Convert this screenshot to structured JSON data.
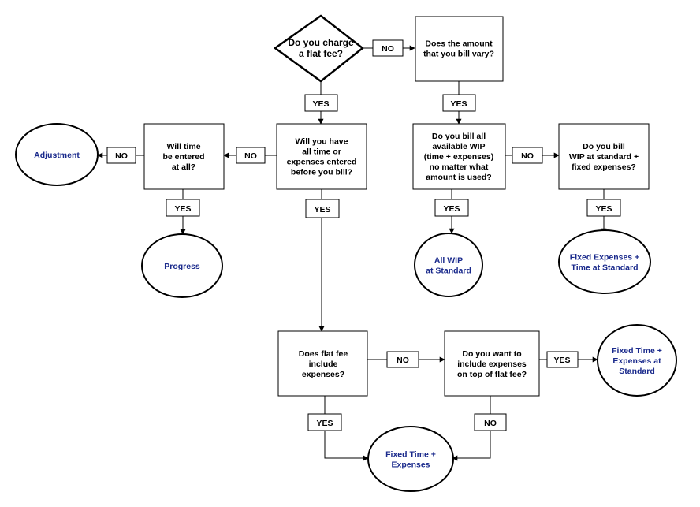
{
  "nodes": {
    "flat_fee": [
      "Do you charge",
      "a flat fee?"
    ],
    "amount_vary": [
      "Does the amount",
      "that you bill vary?"
    ],
    "time_expenses_entered": [
      "Will you have",
      "all time or",
      "expenses entered",
      "before you bill?"
    ],
    "time_entered": [
      "Will time",
      "be entered",
      "at all?"
    ],
    "bill_all_wip": [
      "Do you bill all",
      "available WIP",
      "(time + expenses)",
      "no matter what",
      "amount is used?"
    ],
    "wip_standard": [
      "Do you bill",
      "WIP at standard +",
      "fixed expenses?"
    ],
    "flat_fee_expenses": [
      "Does flat fee",
      "include",
      "expenses?"
    ],
    "include_expenses": [
      "Do you want to",
      "include expenses",
      "on top of flat fee?"
    ]
  },
  "outcomes": {
    "adjustment": [
      "Adjustment"
    ],
    "progress": [
      "Progress"
    ],
    "all_wip": [
      "All WIP",
      "at Standard"
    ],
    "fixed_expenses_time": [
      "Fixed Expenses +",
      "Time at Standard"
    ],
    "fixed_time_expenses_standard": [
      "Fixed Time +",
      "Expenses at",
      "Standard"
    ],
    "fixed_time_expenses": [
      "Fixed Time +",
      "Expenses"
    ]
  },
  "labels": {
    "yes": "YES",
    "no": "NO"
  },
  "colors": {
    "outcome_text": "#1a2a8c",
    "lines": "#000000"
  }
}
